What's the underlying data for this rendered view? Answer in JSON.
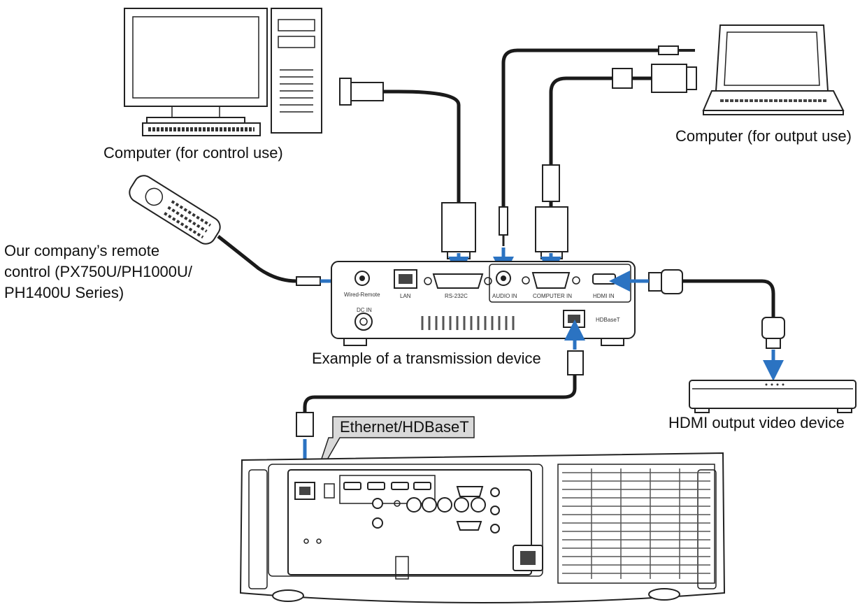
{
  "labels": {
    "control_computer": "Computer (for control use)",
    "output_computer": "Computer (for output use)",
    "remote_line1": "Our company’s remote",
    "remote_line2": "control (PX750U/PH1000U/",
    "remote_line3": "PH1400U Series)",
    "transmission_device": "Example of a transmission device",
    "hdmi_output_device": "HDMI output video device",
    "ethernet_callout": "Ethernet/HDBaseT"
  },
  "device_ports": {
    "wired_remote": "Wired-Remote",
    "lan": "LAN",
    "rs232c": "RS-232C",
    "audio_in": "AUDIO IN",
    "computer_in": "COMPUTER IN",
    "hdmi_in": "HDMI IN",
    "dc_in": "DC IN",
    "hdbaset": "HDBaseT"
  },
  "colors": {
    "arrow": "#2b73c2",
    "line": "#222222",
    "callout_fill": "#d9d9d9"
  }
}
